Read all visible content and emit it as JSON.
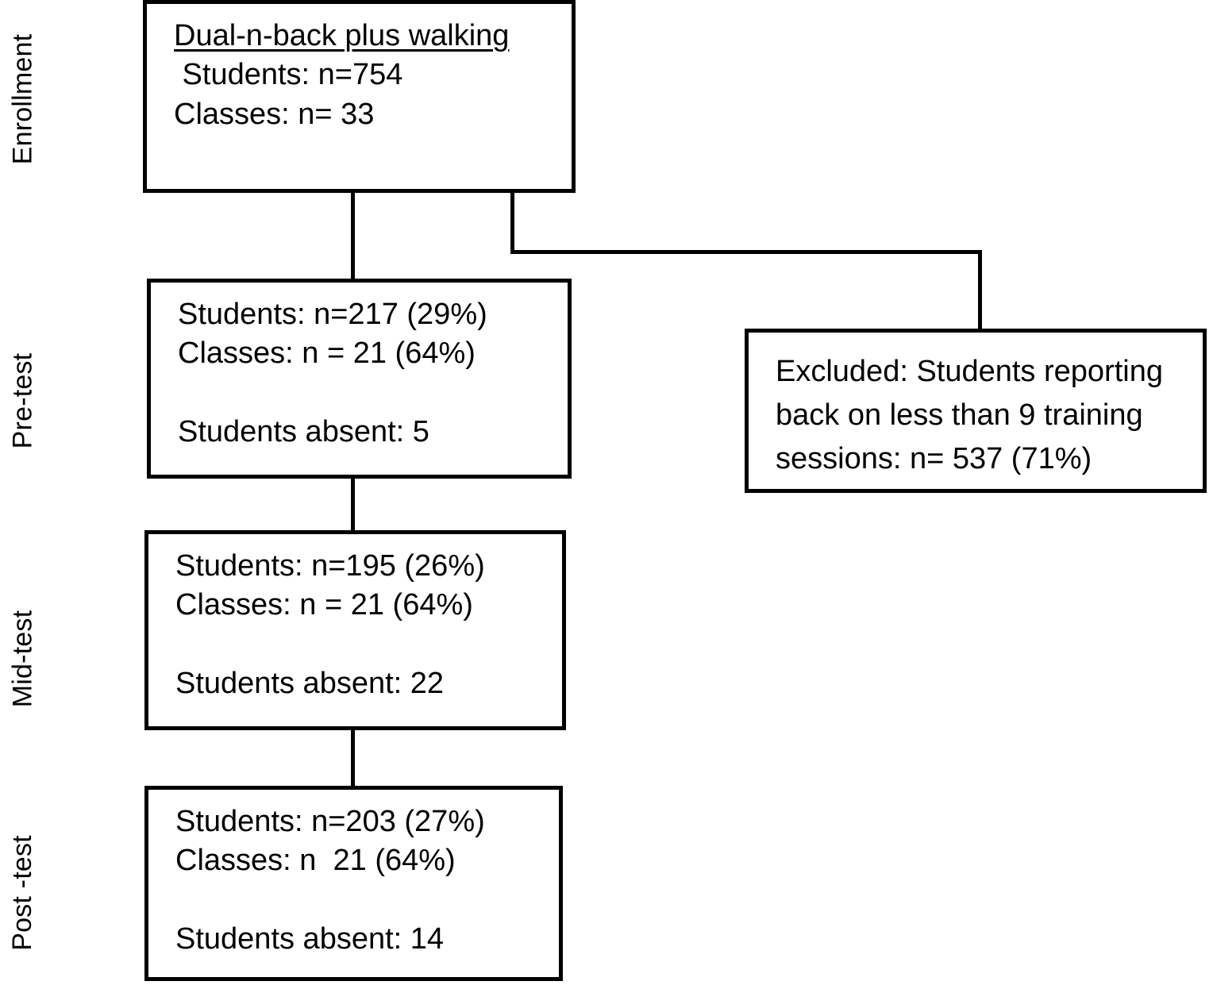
{
  "figure": {
    "type": "flow-diagram",
    "description": "Participant flow through enrollment, pre-test, mid-test and post-test stages"
  },
  "stages": [
    {
      "id": "enrollment",
      "label": "Enrollment"
    },
    {
      "id": "pre-test",
      "label": "Pre-test"
    },
    {
      "id": "mid-test",
      "label": "Mid-test"
    },
    {
      "id": "post-test",
      "label": "Post -test"
    }
  ],
  "boxes": {
    "enrollment": {
      "title": "Dual-n-back plus walking",
      "students": " Students: n=754",
      "classes": "Classes: n= 33"
    },
    "pretest": {
      "students": "Students: n=217 (29%)",
      "classes": "Classes: n = 21 (64%)",
      "absent": "Students absent: 5"
    },
    "excluded": {
      "line1": "Excluded: Students reporting",
      "line2": "back on less than 9 training",
      "line3": "sessions: n= 537 (71%)"
    },
    "midtest": {
      "students": "Students: n=195 (26%)",
      "classes": "Classes: n = 21 (64%)",
      "absent": "Students absent: 22"
    },
    "posttest": {
      "students": "Students: n=203 (27%)",
      "classes": "Classes: n  21 (64%)",
      "absent": "Students absent: 14"
    }
  },
  "colors": {
    "stroke": "#000000",
    "background": "#ffffff",
    "text": "#000000"
  }
}
